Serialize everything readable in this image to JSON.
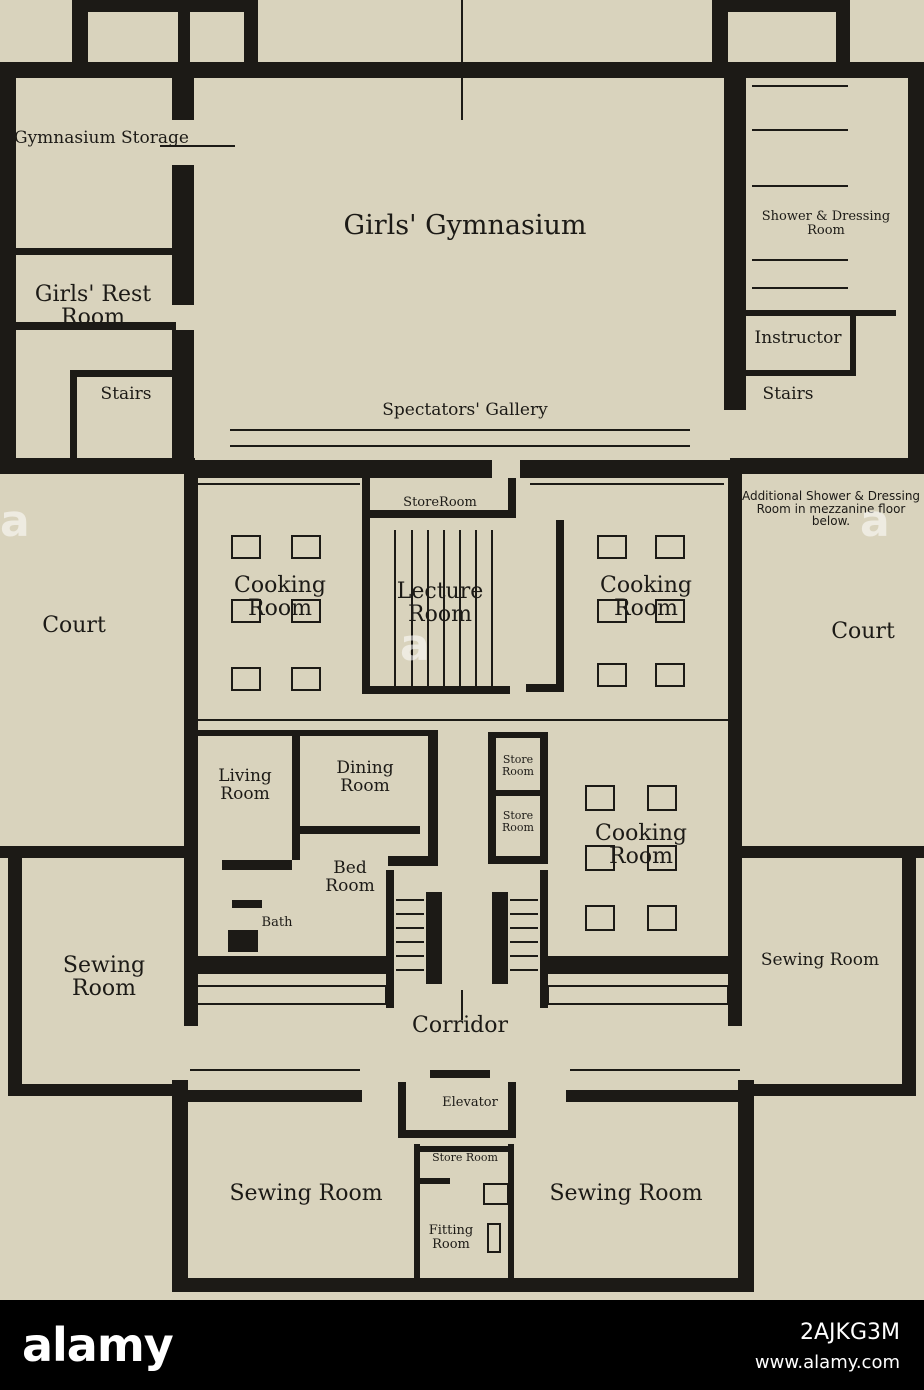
{
  "rooms": {
    "gym_storage": "Gymnasium Storage",
    "girls_gym": "Girls' Gymnasium",
    "shower": "Shower & Dressing Room",
    "girls_rest": "Girls' Rest Room",
    "instructor": "Instructor",
    "stairs_left": "Stairs",
    "stairs_right": "Stairs",
    "gallery": "Spectators' Gallery",
    "store_room_top": "StoreRoom",
    "cooking_left": "Cooking Room",
    "lecture": "Lecture Room",
    "cooking_right": "Cooking Room",
    "court_left": "Court",
    "court_right": "Court",
    "living": "Living Room",
    "dining": "Dining Room",
    "store_a": "Store Room",
    "store_b": "Store Room",
    "cooking_lower": "Cooking Room",
    "bed": "Bed Room",
    "bath": "Bath",
    "sewing_left": "Sewing Room",
    "sewing_right": "Sewing Room",
    "corridor": "Corridor",
    "elevator": "Elevator",
    "store_bottom": "Store Room",
    "sewing_bl": "Sewing Room",
    "sewing_br": "Sewing Room",
    "fitting": "Fitting Room"
  },
  "note": "Additional Shower & Dressing Room in mezzanine floor below.",
  "footer": {
    "logo": "alamy",
    "image_id": "2AJKG3M",
    "site": "www.alamy.com"
  },
  "colors": {
    "paper": "#d9d3bd",
    "ink": "#1c1a16",
    "footer": "#000000"
  }
}
